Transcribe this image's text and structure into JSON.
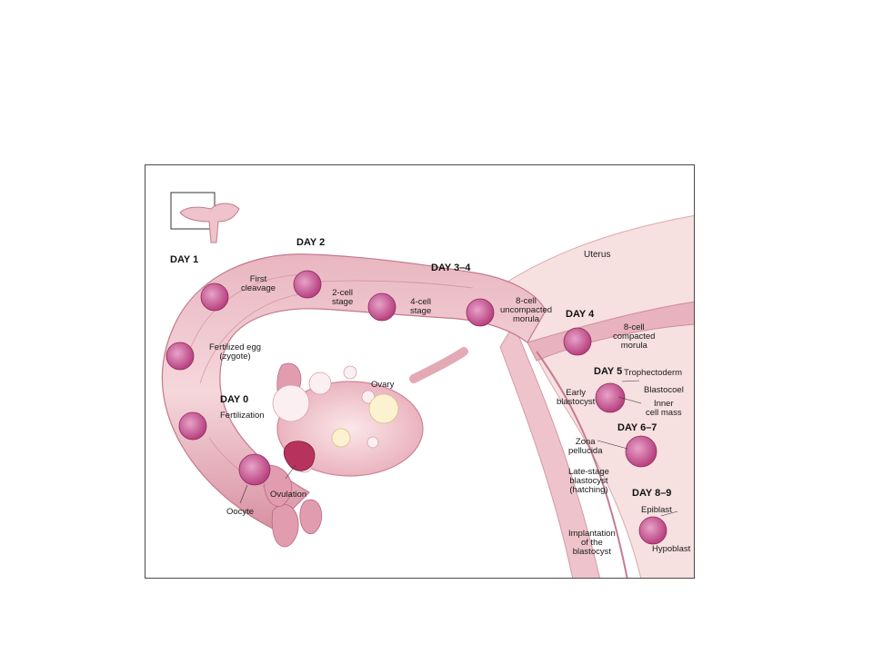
{
  "days": {
    "day1": "DAY 1",
    "day2": "DAY 2",
    "day34": "DAY 3–4",
    "day4": "DAY 4",
    "day0": "DAY 0",
    "day5": "DAY 5",
    "day67": "DAY 6–7",
    "day89": "DAY 8–9"
  },
  "labels": {
    "uterus": "Uterus",
    "first_cleavage": [
      "First",
      "cleavage"
    ],
    "two_cell": [
      "2-cell",
      "stage"
    ],
    "four_cell": [
      "4-cell",
      "stage"
    ],
    "eight_uncompacted": [
      "8-cell",
      "uncompacted",
      "morula"
    ],
    "eight_compacted": [
      "8-cell",
      "compacted",
      "morula"
    ],
    "fertilized_egg": [
      "Fertilized egg",
      "(zygote)"
    ],
    "ovary": "Ovary",
    "fertilization": "Fertilization",
    "trophectoderm": "Trophectoderm",
    "blastocoel": "Blastocoel",
    "inner_cell_mass": [
      "Inner",
      "cell mass"
    ],
    "early_blastocyst": [
      "Early",
      "blastocyst"
    ],
    "zona_pellucida": [
      "Zona",
      "pellucida"
    ],
    "late_blastocyst": [
      "Late-stage",
      "blastocyst",
      "(hatching)"
    ],
    "ovulation": "Ovulation",
    "oocyte": "Oocyte",
    "epiblast": "Epiblast",
    "implantation": [
      "Implantation",
      "of the",
      "blastocyst"
    ],
    "hypoblast": "Hypoblast"
  },
  "colors": {
    "tissue_light": "#f6dede",
    "tissue_mid": "#eab8c0",
    "tissue_dark": "#c87a8e",
    "cell": "#c74a8c",
    "cell_light": "#e8a4c8"
  }
}
